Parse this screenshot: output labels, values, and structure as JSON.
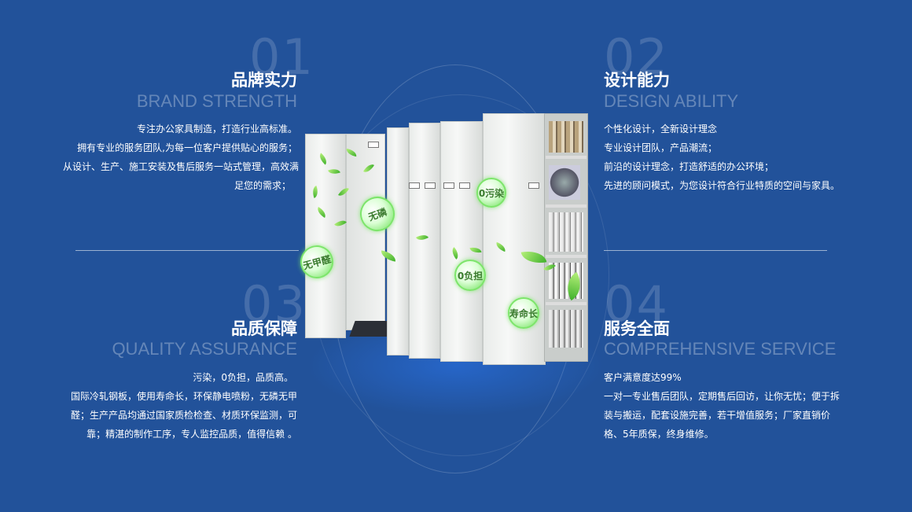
{
  "sections": [
    {
      "num": "01",
      "title_cn": "品牌实力",
      "title_en": "BRAND STRENGTH",
      "lines": [
        "专注办公家具制造，打造行业高标准。",
        "拥有专业的服务团队,为每一位客户提供贴心的服务；",
        "从设计、生产、施工安装及售后服务一站式管理，高效满",
        "足您的需求；"
      ]
    },
    {
      "num": "02",
      "title_cn": "设计能力",
      "title_en": "DESIGN ABILITY",
      "lines": [
        "个性化设计，全新设计理念",
        "专业设计团队，产品潮流；",
        "前沿的设计理念，打造舒适的办公环境；",
        "先进的顾问模式，为您设计符合行业特质的空间与家具。"
      ]
    },
    {
      "num": "03",
      "title_cn": "品质保障",
      "title_en": "QUALITY ASSURANCE",
      "lines": [
        "污染，0负担，品质高。",
        "国际冷轧钢板，使用寿命长，环保静电喷粉，无磷无甲",
        "醛；生产产品均通过国家质检检查、材质环保监测，可",
        "靠；精湛的制作工序，专人监控品质，值得信赖 。"
      ]
    },
    {
      "num": "04",
      "title_cn": "服务全面",
      "title_en": "COMPREHENSIVE SERVICE",
      "lines": [
        "客户满意度达99%",
        "一对一专业售后团队，定期售后回访，让你无忧；便于拆",
        "装与搬运，配套设施完善，若干增值服务；厂家直销价",
        "格、5年质保，终身维修。"
      ]
    }
  ],
  "badges": [
    "无甲醛",
    "无磷",
    "0污染",
    "0负担",
    "寿命长"
  ],
  "colors": {
    "background": "#22529a",
    "badge_green": "#7de56b"
  }
}
